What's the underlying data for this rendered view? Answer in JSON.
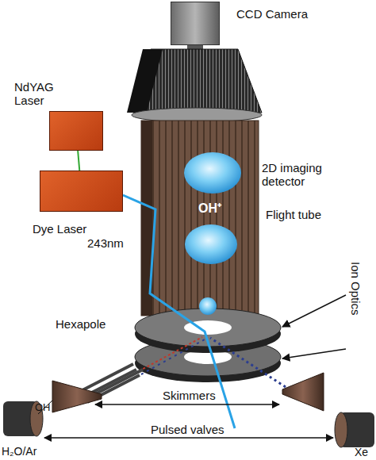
{
  "diagram": {
    "nodes": [
      {
        "text": [
          "CCD Camera"
        ]
      },
      {
        "text": [
          "NdYAG Laser"
        ]
      },
      {
        "text": [
          "Dye Laser"
        ]
      }
    ],
    "edges": [
      {
        "from": 1,
        "to": 2,
        "arrow": "none"
      }
    ],
    "labels": [
      "2D imaging detector",
      "Flight tube",
      "OH⁺",
      "243nm",
      "Ion Optics",
      "Hexapole",
      "OH",
      "Skimmers",
      "Pulsed valves",
      "H₂O/Ar",
      "Xe"
    ]
  }
}
